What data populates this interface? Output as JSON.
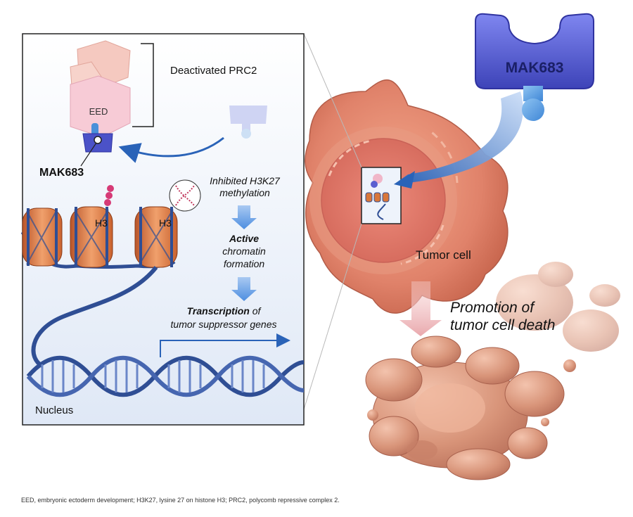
{
  "diagram": {
    "drug_name": "MAK683",
    "drug_label_bold": "MAK683",
    "complex_label": "Deactivated PRC2",
    "eed_label": "EED",
    "histone_labels": [
      "H3",
      "H3"
    ],
    "step1_line1": "Inhibited H3K27",
    "step1_line2": "methylation",
    "step2_bold": "Active",
    "step2_line2": "chromatin",
    "step2_line3": "formation",
    "step3_bold": "Transcription",
    "step3_rest": " of",
    "step3_line2": "tumor suppressor genes",
    "nucleus_label": "Nucleus",
    "tumor_cell_label": "Tumor cell",
    "death_line1": "Promotion of",
    "death_line2": "tumor cell death",
    "footnote": "EED, embryonic ectoderm development; H3K27, lysine 27 on histone H3; PRC2, polycomb repressive complex 2."
  },
  "colors": {
    "drug": "#4b52c8",
    "arrow_blue": "#2a63b8",
    "nucleosome": "#d9773a",
    "dna": "#2f4e94",
    "tumor": "#e58a6e",
    "panel_bg": "#eef3fb"
  }
}
